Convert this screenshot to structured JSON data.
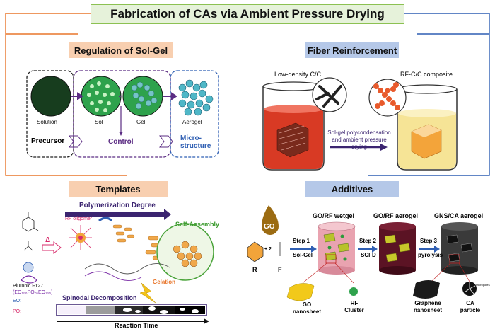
{
  "title": "Fabrication of CAs via Ambient Pressure Drying",
  "colors": {
    "orange": "#e8762c",
    "blue": "#2f5fb3",
    "green": "#8cc152",
    "purple": "#5b2c83"
  },
  "sections": {
    "regulation": "Regulation of Sol-Gel",
    "fiber": "Fiber Reinforcement",
    "templates": "Templates",
    "additives": "Additives"
  },
  "solgel": {
    "solution": "Solution",
    "sol": "Sol",
    "gel": "Gel",
    "aerogel": "Aerogel",
    "precursor": "Precursor",
    "control": "Control",
    "micro": "Micro-",
    "structure": "structure"
  },
  "fiber": {
    "low_density": "Low-density C/C",
    "composite": "RF-C/C composite",
    "caption1": "Sol-gel polycondensation",
    "caption2": "and ambient pressure drying"
  },
  "templates": {
    "polymerization": "Polymerization Degree",
    "rf_oligomer": "RF oligomer",
    "self_assembly": "Self-Assembly",
    "gelation": "Gelation",
    "spinodal": "Spinodal Decomposition",
    "reaction_time": "Reaction Time",
    "pluronic": "Pluronic F127",
    "formula": "(EO₁₀₆PO₇₀EO₁₀₆)",
    "eo": "EO:",
    "po": "PO:",
    "delta": "Δ"
  },
  "additives": {
    "go": "GO",
    "wetgel": "GO/RF wetgel",
    "rf_aerogel": "GO/RF aerogel",
    "gns_aerogel": "GNS/CA aerogel",
    "step1": "Step 1",
    "solgel": "Sol-Gel",
    "step2": "Step 2",
    "scfd": "SCFD",
    "step3": "Step 3",
    "pyrolysis": "pyrolysis",
    "r": "R",
    "f": "F",
    "plus": "+ 2",
    "go_nanosheet_1": "GO",
    "go_nanosheet_2": "nanosheet",
    "rf_cluster_1": "RF",
    "rf_cluster_2": "Cluster",
    "graphene_1": "Graphene",
    "graphene_2": "nanosheet",
    "ca_particle_1": "CA",
    "ca_particle_2": "particle",
    "micropores": "micropores"
  }
}
